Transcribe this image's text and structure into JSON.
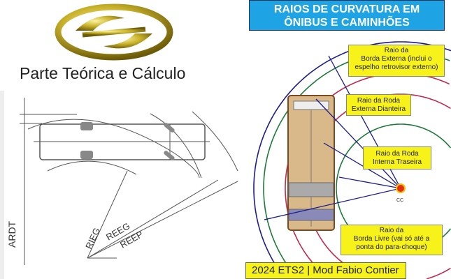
{
  "left_panel": {
    "subtitle": "Parte Teórica e Cálculo",
    "dimension_labels": {
      "ardt": "ARDT",
      "rieg": "RIEG",
      "reeg": "REEG",
      "reep": "REEP"
    }
  },
  "right_panel": {
    "title_line1": "RAIOS DE CURVATURA EM",
    "title_line2": "ÔNIBUS E CAMINHÕES",
    "callouts": [
      {
        "lines": [
          "Raio da",
          "Borda Externa (inclui o",
          "espelho retrovisor externo)"
        ]
      },
      {
        "lines": [
          "Raio da Roda",
          "Externa Dianteira"
        ]
      },
      {
        "lines": [
          "Raio da Roda",
          "Interna Traseira"
        ]
      },
      {
        "lines": [
          "Raio da",
          "Borda Livre (vai só até a",
          "ponta do para-choque)"
        ]
      }
    ],
    "center_label": "CC",
    "footer": "2024 ETS2 | Mod Fabio Contier"
  },
  "colors": {
    "title_bg": "#1ea3e4",
    "callout_bg": "#f7f21a",
    "arc_blue": "#1c1c8c",
    "arc_green": "#1d7a3a",
    "arc_red": "#c0294a",
    "logo_gold": "#b8a21c"
  }
}
